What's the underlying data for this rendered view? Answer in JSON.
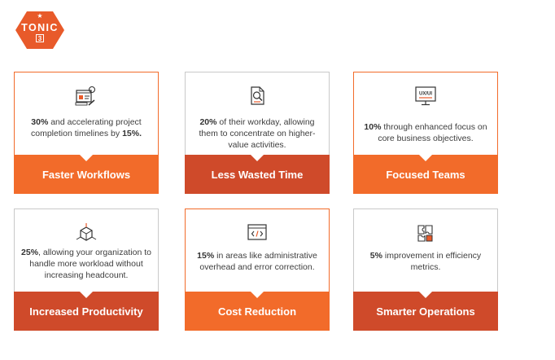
{
  "brand": {
    "name": "TONIC",
    "badge_number": "3",
    "color": "#e85a2a"
  },
  "cards": [
    {
      "icon": "workflow-dashboard-icon",
      "text_bold": "30%",
      "text_main": " and accelerating project completion timelines by ",
      "text_bold2": "15%.",
      "title": "Faster Workflows",
      "footer_color": "#f26b2a"
    },
    {
      "icon": "document-search-icon",
      "text_bold": "20%",
      "text_main": " of their workday, allowing them to concentrate on higher-value activities.",
      "title": "Less Wasted Time",
      "footer_color": "#cf4a2a"
    },
    {
      "icon": "ux-ui-monitor-icon",
      "icon_label": "UX/UI",
      "text_bold": "10%",
      "text_main": " through enhanced focus on core business objectives.",
      "title": "Focused Teams",
      "footer_color": "#f26b2a"
    },
    {
      "icon": "cube-network-icon",
      "text_bold": "25%",
      "text_main": ", allowing your organization to handle more workload without increasing headcount.",
      "title": "Increased Productivity",
      "footer_color": "#cf4a2a"
    },
    {
      "icon": "code-window-icon",
      "text_bold": "15%",
      "text_main": " in areas like administrative overhead and error correction.",
      "title": "Cost Reduction",
      "footer_color": "#f26b2a"
    },
    {
      "icon": "puzzle-pieces-icon",
      "text_bold": "5%",
      "text_main": " improvement in efficiency metrics.",
      "title": "Smarter Operations",
      "footer_color": "#cf4a2a"
    }
  ]
}
